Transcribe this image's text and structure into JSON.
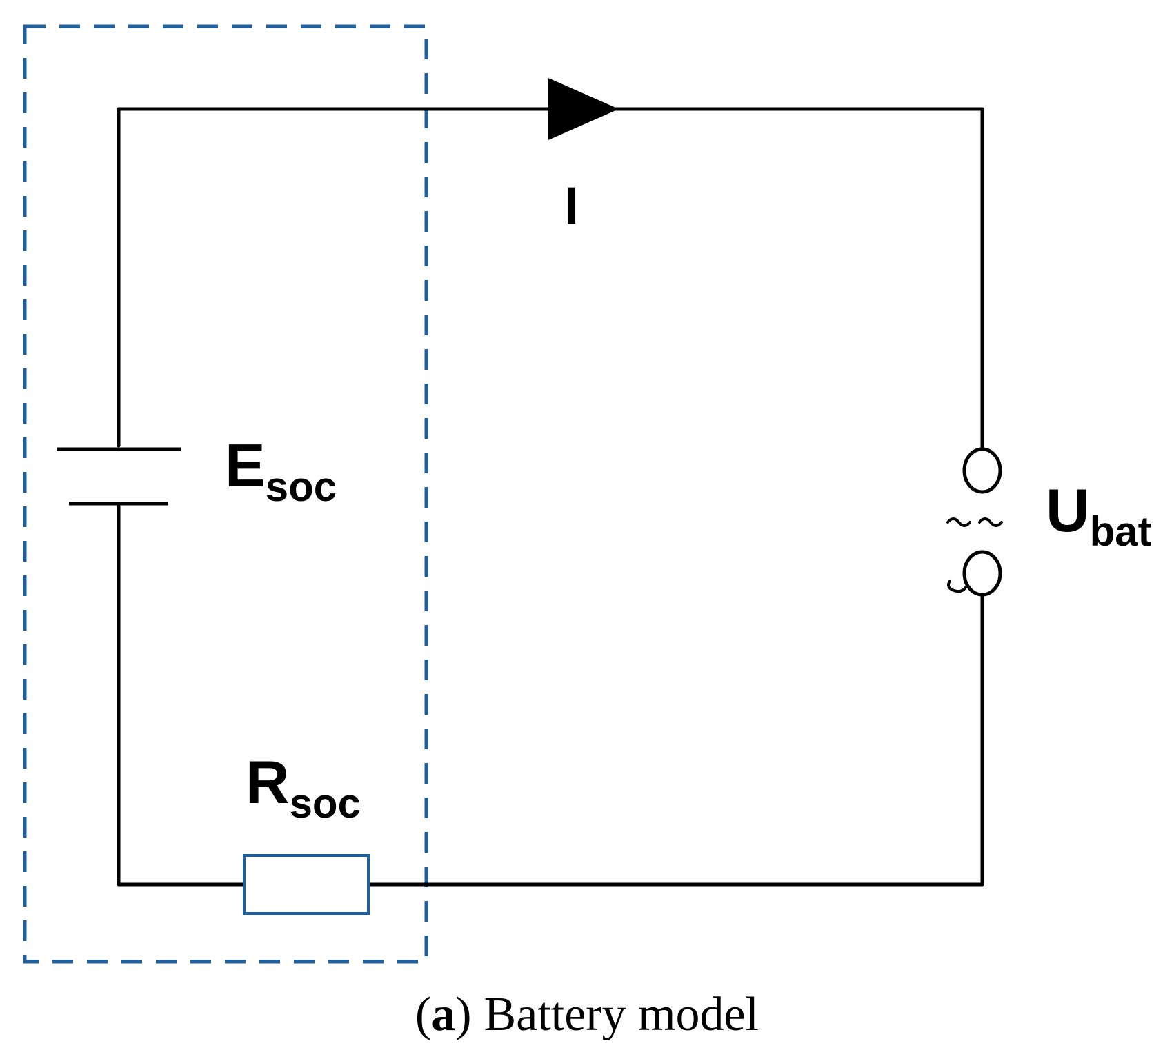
{
  "diagram": {
    "accent_color": "#1f5fa0",
    "wire_color": "#000000",
    "current_label": "I",
    "source_label": {
      "main": "E",
      "sub": "soc"
    },
    "resistor_label": {
      "main": "R",
      "sub": "soc"
    },
    "voltage_label": {
      "main": "U",
      "sub": "bat"
    },
    "caption": {
      "open": "(",
      "letter": "a",
      "close": ")",
      "text": "Battery model"
    }
  }
}
